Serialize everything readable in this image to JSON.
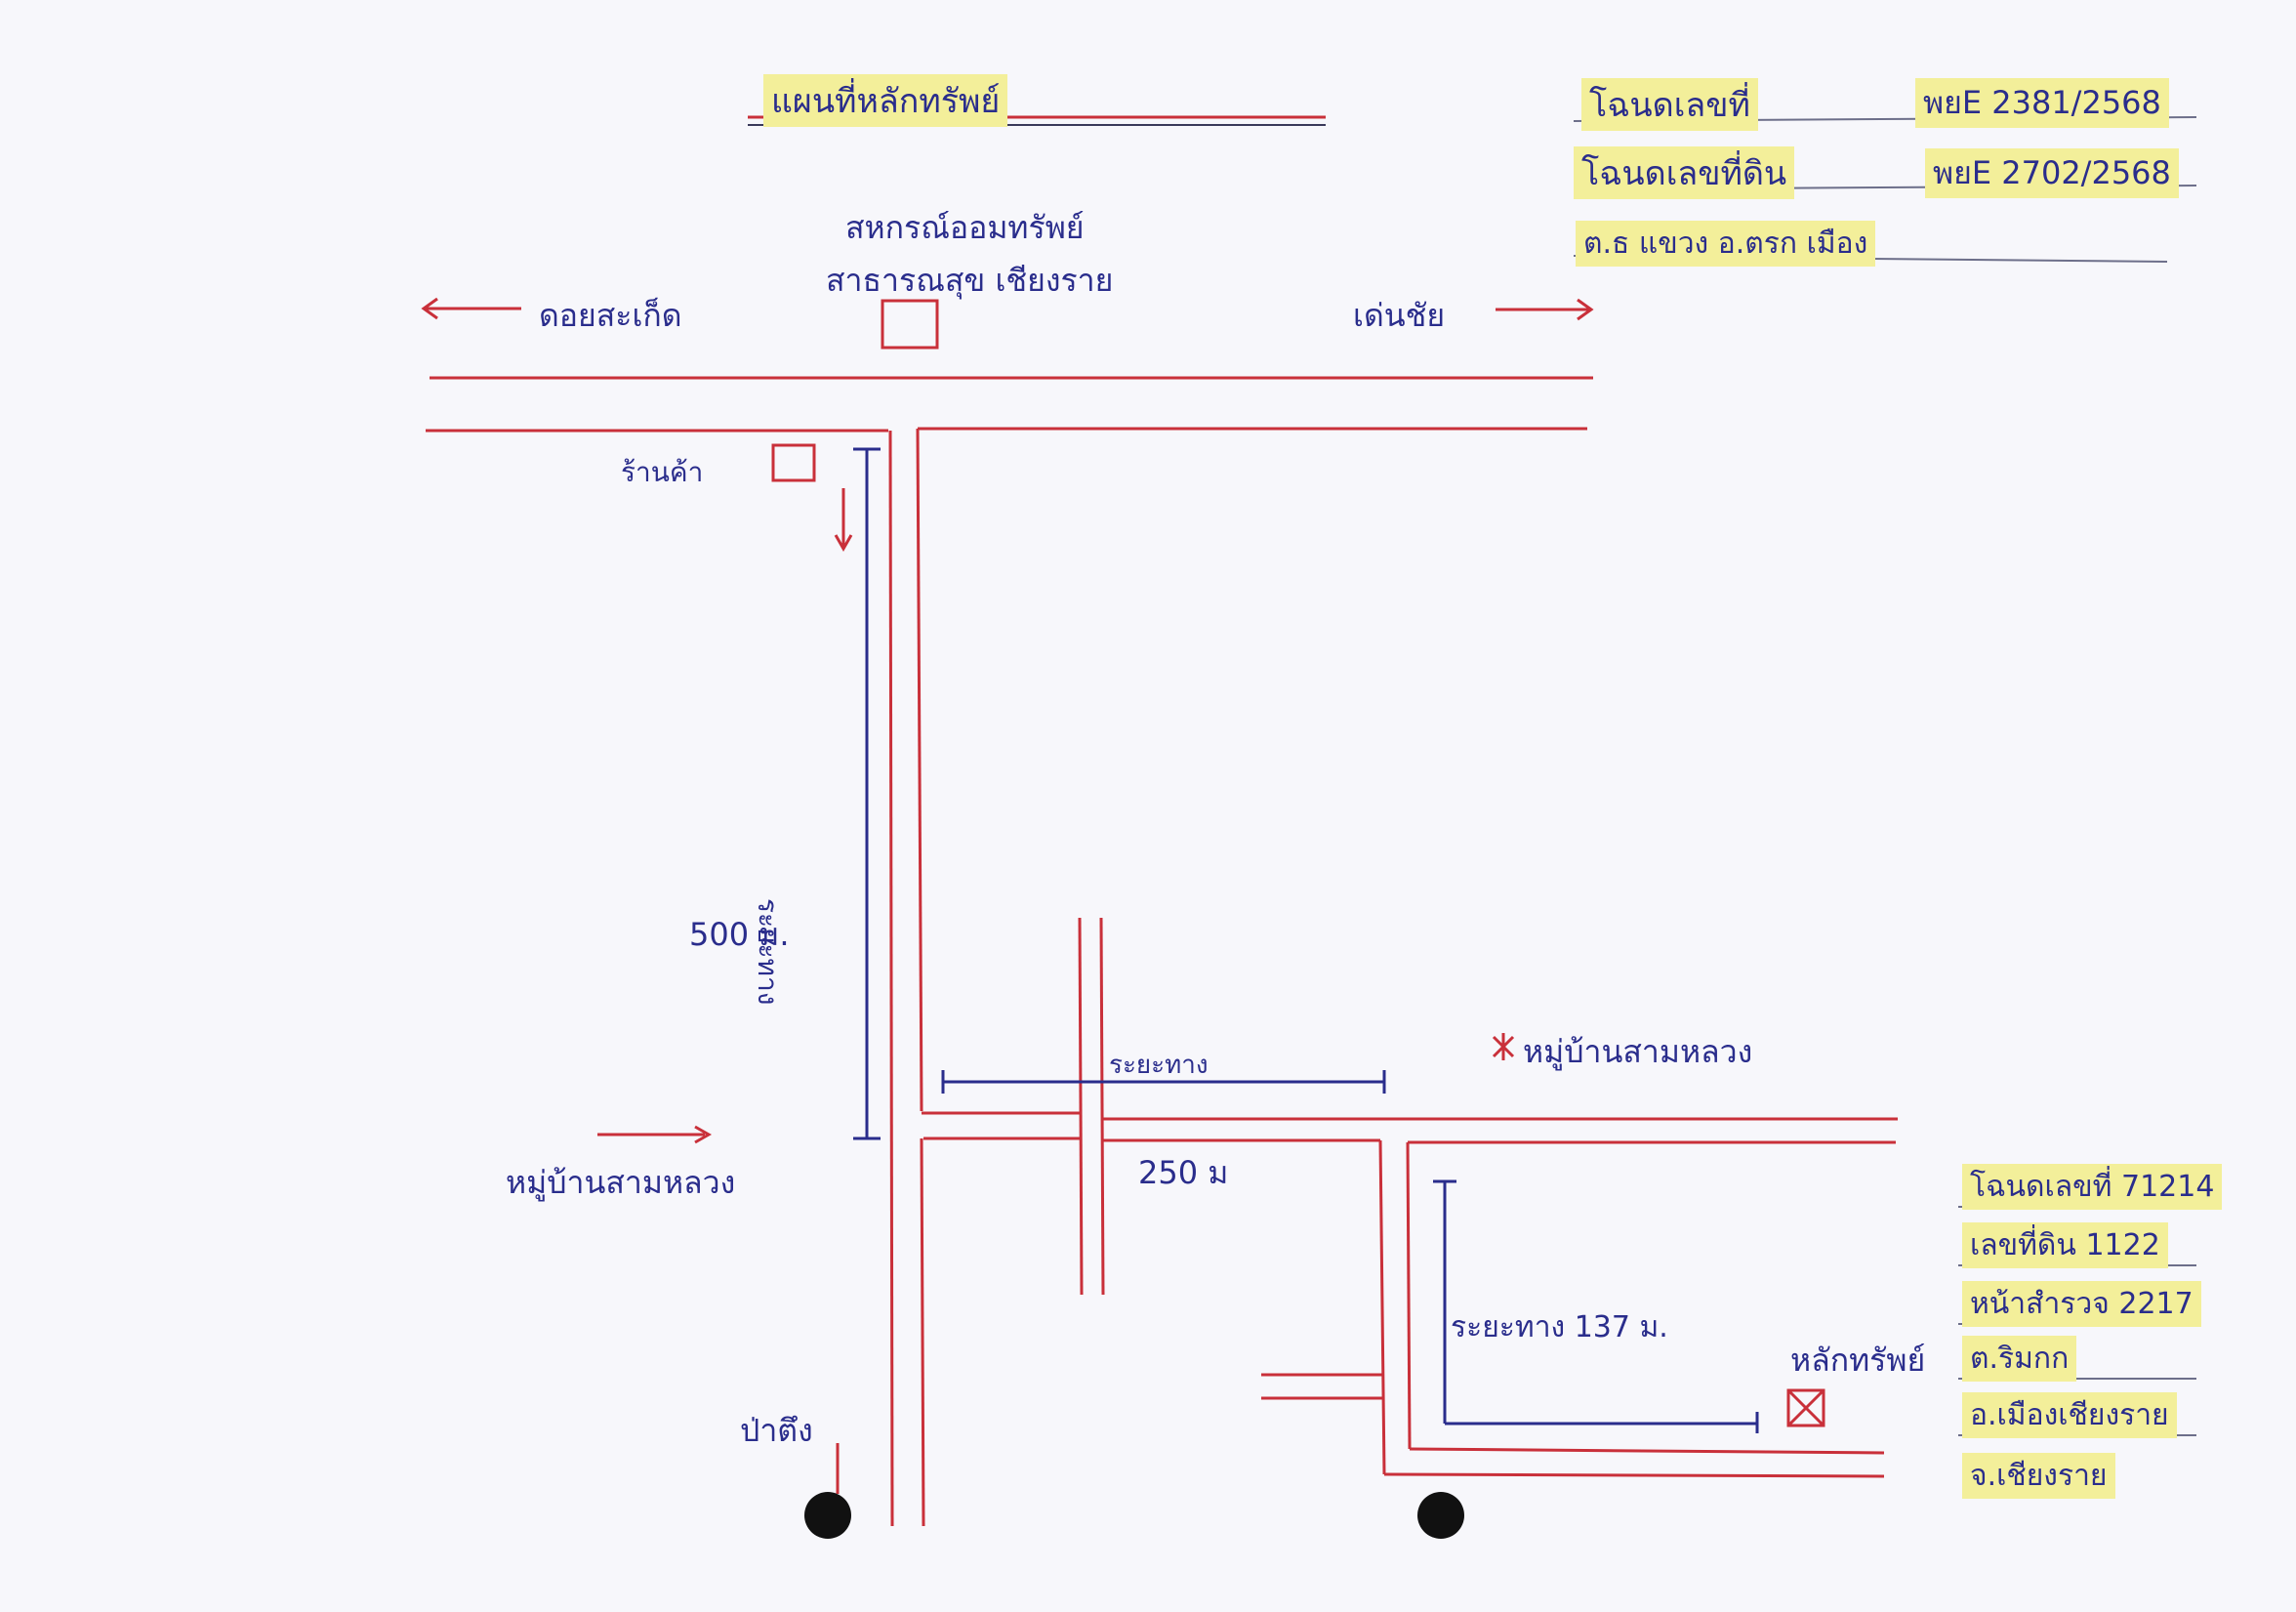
{
  "title": "แผนที่หลักทรัพย์",
  "deeds": {
    "title_deed": "โฉนดเลขที่",
    "deed_number_1": "พยE 2381/2568",
    "land_survey": "โฉนดเลขที่ดิน",
    "deed_number_2": "พยE 2702/2568",
    "location": "ต.ธ แขวง อ.ตรก เมือง"
  },
  "landmarks": {
    "cooperative_line1": "สหกรณ์ออมทรัพย์",
    "cooperative_line2": "สาธารณสุข เชียงราย",
    "toward_left": "ดอยสะเก็ด",
    "toward_right": "เด่นชัย",
    "shop": "ร้านค้า",
    "village_right": "หมู่บ้านสามหลวง",
    "village_left": "หมู่บ้านสามหลวง",
    "bottom_label": "ป่าตึง",
    "asset": "หลักทรัพย์"
  },
  "distances": {
    "vertical_label": "ระยะทาง",
    "vertical_value": "500 ม.",
    "horizontal_label": "ระยะทาง",
    "horizontal_value": "250 ม",
    "short_label": "ระยะทาง 137 ม."
  },
  "info_box": {
    "lines": [
      "โฉนดเลขที่ 71214",
      "เลขที่ดิน 1122",
      "หน้าสำรวจ 2217",
      "ต.ริมกก",
      "อ.เมืองเชียงราย",
      "จ.เชียงราย"
    ]
  },
  "colors": {
    "road": "#c9303a",
    "measure": "#2a2d8c",
    "highlight": "#f3ef9a",
    "ink": "#2a2d8c"
  }
}
